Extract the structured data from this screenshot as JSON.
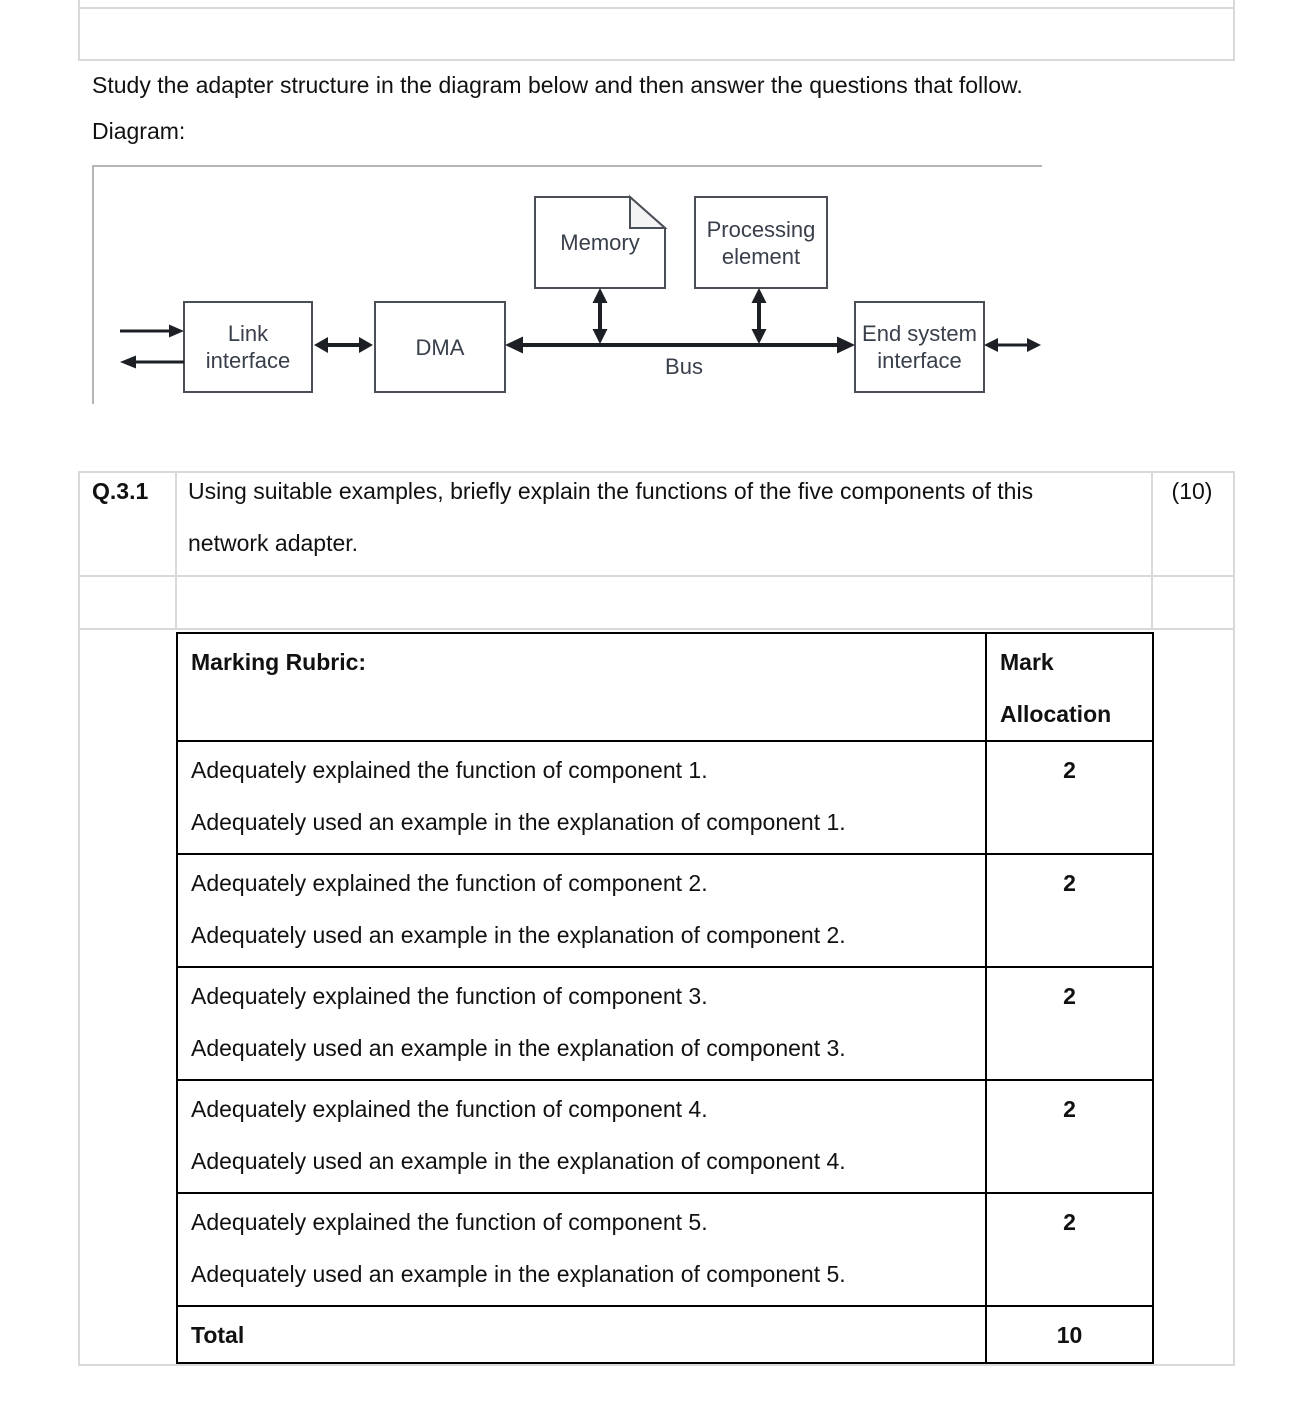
{
  "document": {
    "intro": "Study the adapter structure in the diagram below and then answer the questions that follow.",
    "diagram_caption": "Diagram:"
  },
  "diagram": {
    "memory_label": "Memory",
    "processing_line1": "Processing",
    "processing_line2": "element",
    "link_line1": "Link",
    "link_line2": "interface",
    "dma_label": "DMA",
    "end_system_line1": "End system",
    "end_system_line2": "interface",
    "bus_label": "Bus"
  },
  "question": {
    "number": "Q.3.1",
    "line1": "Using suitable examples, briefly explain the functions of the five components of this",
    "line2": "network adapter.",
    "marks": "(10)"
  },
  "rubric": {
    "title": "Marking Rubric:",
    "mark_header_line1": "Mark",
    "mark_header_line2": "Allocation",
    "rows": [
      {
        "line1": "Adequately explained the function of component 1.",
        "line2": "Adequately used an example in the explanation of component 1.",
        "mark": "2"
      },
      {
        "line1": "Adequately explained the function of component 2.",
        "line2": "Adequately used an example in the explanation of component 2.",
        "mark": "2"
      },
      {
        "line1": "Adequately explained the function of component 3.",
        "line2": "Adequately used an example in the explanation of component 3.",
        "mark": "2"
      },
      {
        "line1": "Adequately explained the function of component 4.",
        "line2": "Adequately used an example in the explanation of component 4.",
        "mark": "2"
      },
      {
        "line1": "Adequately explained the function of component 5.",
        "line2": "Adequately used an example in the explanation of component 5.",
        "mark": "2"
      }
    ],
    "total_label": "Total",
    "total_mark": "10"
  },
  "colors": {
    "grid_line": "#d9d9d9",
    "rubric_border": "#000000",
    "diagram_frame": "#b5b5b5",
    "diagram_ink": "#1c1f24",
    "text": "#111111"
  }
}
